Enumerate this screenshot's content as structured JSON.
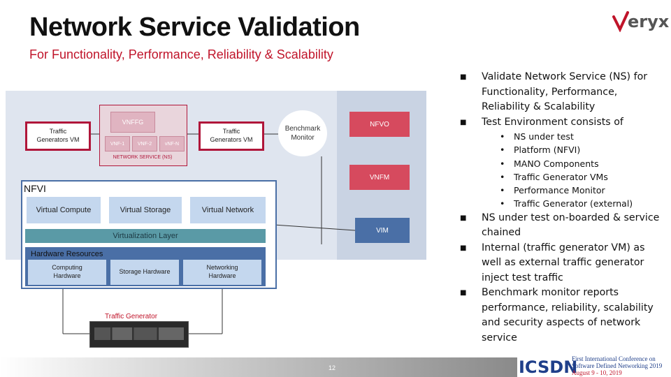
{
  "header": {
    "title": "Network Service Validation",
    "subtitle": "For Functionality, Performance, Reliability & Scalability",
    "logo_text": "eryx"
  },
  "diagram": {
    "traffic_gen_vm_left": "Traffic\nGenerators VM",
    "traffic_gen_vm_right": "Traffic\nGenerators VM",
    "vnffg": "VNFFG",
    "vnfs": [
      "VNF-1",
      "VNF-2",
      "vNF-N"
    ],
    "network_service_label": "NETWORK SERVICE (NS)",
    "benchmark_monitor": "Benchmark\nMonitor",
    "nfvo": "NFVO",
    "vnfm": "VNFM",
    "vim": "VIM",
    "nfvi": "NFVI",
    "virtual_resources": [
      "Virtual Compute",
      "Virtual Storage",
      "Virtual Network"
    ],
    "virtualization_layer": "Virtualization Layer",
    "hardware_resources": "Hardware Resources",
    "hardware": [
      "Computing\nHardware",
      "Storage Hardware",
      "Networking\nHardware"
    ],
    "traffic_generator": "Traffic Generator"
  },
  "bullets": [
    {
      "level": 1,
      "text": "Validate Network Service (NS) for Functionality, Performance, Reliability & Scalability"
    },
    {
      "level": 1,
      "text": "Test Environment consists of"
    },
    {
      "level": 2,
      "text": "NS under test"
    },
    {
      "level": 2,
      "text": "Platform (NFVI)"
    },
    {
      "level": 2,
      "text": "MANO Components"
    },
    {
      "level": 2,
      "text": "Traffic Generator VMs"
    },
    {
      "level": 2,
      "text": "Performance Monitor"
    },
    {
      "level": 2,
      "text": "Traffic Generator (external)"
    },
    {
      "level": 1,
      "text": "NS under test on-boarded & service chained"
    },
    {
      "level": 1,
      "text": "Internal (traffic generator VM) as well as external traffic generator inject test traffic"
    },
    {
      "level": 1,
      "text": "Benchmark monitor reports performance, reliability, scalability and security aspects of network service"
    }
  ],
  "footer": {
    "page_number": "12",
    "icsdn": "ICSDN",
    "conference_line1": "First International Conference on",
    "conference_line2": "Software Defined Networking 2019",
    "conference_date": "August 9 - 10, 2019"
  },
  "colors": {
    "accent_red": "#c0142a",
    "vnf_box": "#e0b4c1",
    "mano_red": "#d64a5e",
    "vim_blue": "#4a6fa6"
  }
}
